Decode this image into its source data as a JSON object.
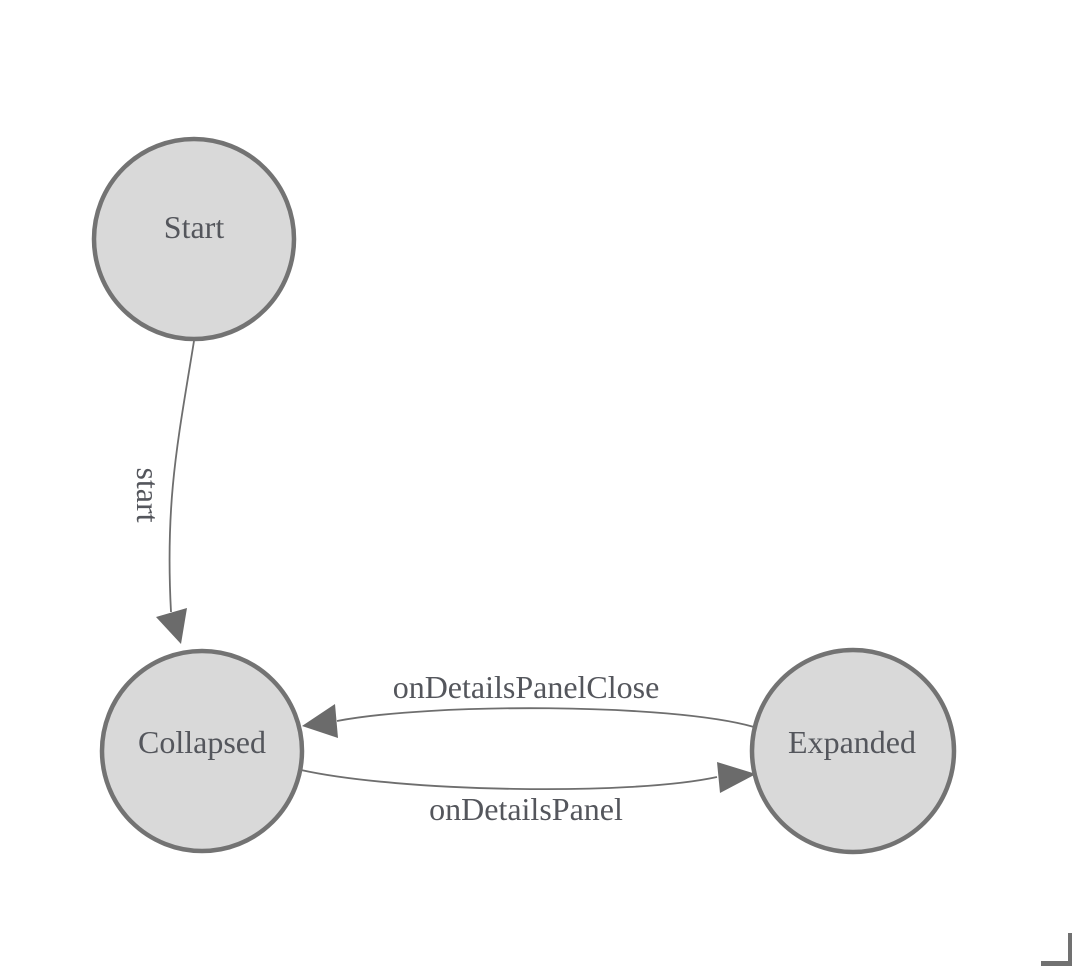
{
  "diagram": {
    "type": "state-machine",
    "background": "#ffffff",
    "colors": {
      "node_fill": "#d9d9d9",
      "node_stroke": "#737373",
      "edge_stroke": "#6e6e6e",
      "arrow_fill": "#6b6b6b",
      "label_text": "#54565c",
      "corner_mark": "#717171"
    },
    "nodes": [
      {
        "id": "start",
        "label": "Start"
      },
      {
        "id": "collapsed",
        "label": "Collapsed"
      },
      {
        "id": "expanded",
        "label": "Expanded"
      }
    ],
    "edges": [
      {
        "from": "Start",
        "to": "Collapsed",
        "label": "start"
      },
      {
        "from": "Expanded",
        "to": "Collapsed",
        "label": "onDetailsPanelClose"
      },
      {
        "from": "Collapsed",
        "to": "Expanded",
        "label": "onDetailsPanel"
      }
    ]
  }
}
